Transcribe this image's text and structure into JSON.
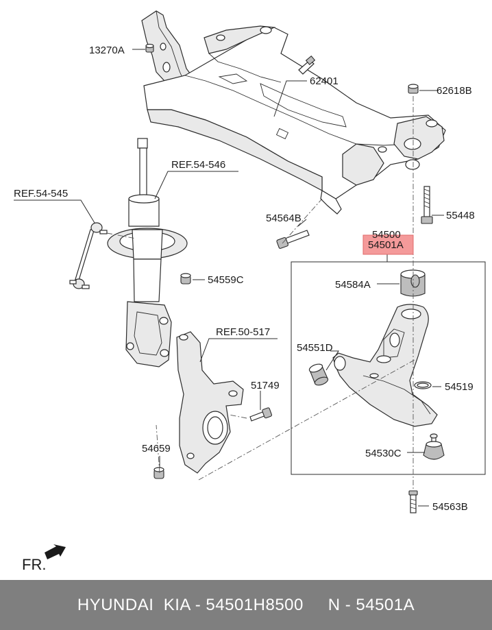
{
  "labels": {
    "p13270A": "13270A",
    "p62401": "62401",
    "p62618B": "62618B",
    "ref54546": "REF.54-546",
    "ref54545": "REF.54-545",
    "p54564B": "54564B",
    "p55448": "55448",
    "p54500": "54500",
    "p54501A": "54501A",
    "p54559C": "54559C",
    "p54584A": "54584A",
    "ref50517": "REF.50-517",
    "p54551D": "54551D",
    "p54519": "54519",
    "p51749": "51749",
    "p54659": "54659",
    "p54530C": "54530C",
    "p54563B": "54563B",
    "fr": "FR."
  },
  "highlight": {
    "color": "#f49a9a",
    "part": "54501A"
  },
  "footer": {
    "text": "HYUNDAI  KIA - 54501H8500     N - 54501A"
  }
}
